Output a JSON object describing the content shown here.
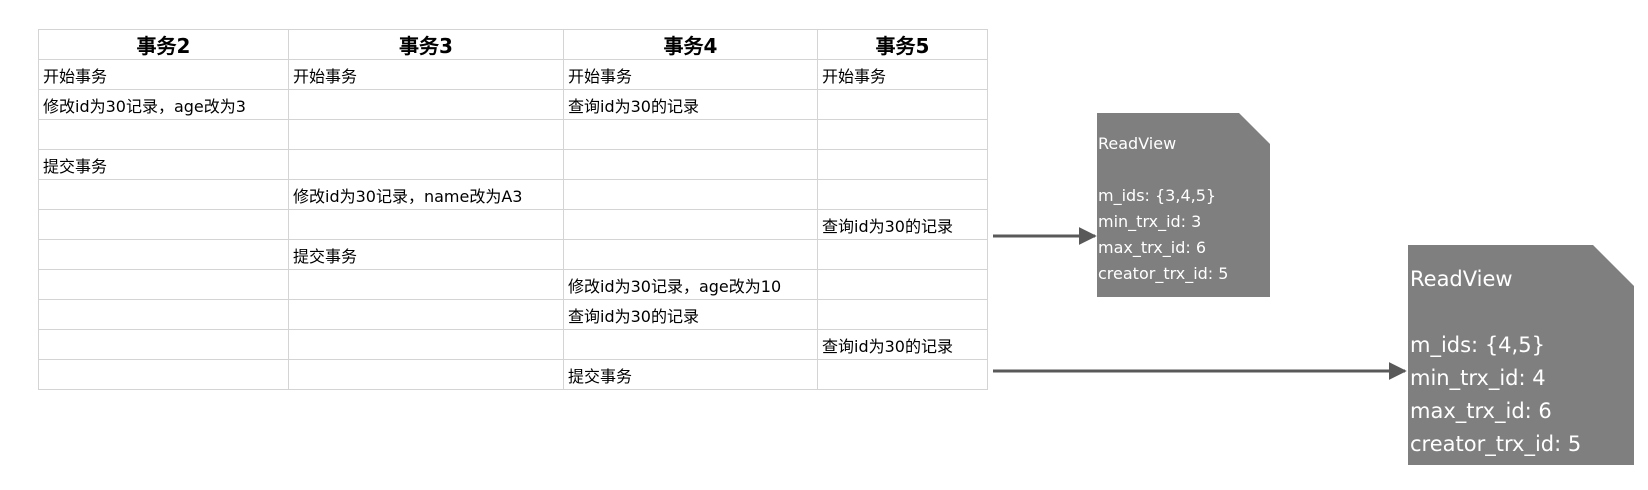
{
  "table": {
    "headers": [
      "事务2",
      "事务3",
      "事务4",
      "事务5"
    ],
    "rows": [
      [
        "开始事务",
        "开始事务",
        "开始事务",
        "开始事务"
      ],
      [
        "修改id为30记录，age改为3",
        "",
        "查询id为30的记录",
        ""
      ],
      [
        "",
        "",
        "",
        ""
      ],
      [
        "提交事务",
        "",
        "",
        ""
      ],
      [
        "",
        "修改id为30记录，name改为A3",
        "",
        ""
      ],
      [
        "",
        "",
        "",
        "查询id为30的记录"
      ],
      [
        "",
        "提交事务",
        "",
        ""
      ],
      [
        "",
        "",
        "修改id为30记录，age改为10",
        ""
      ],
      [
        "",
        "",
        "查询id为30的记录",
        ""
      ],
      [
        "",
        "",
        "",
        "查询id为30的记录"
      ],
      [
        "",
        "",
        "提交事务",
        ""
      ]
    ]
  },
  "readviews": [
    {
      "title": "ReadView",
      "m_ids": "m_ids: {3,4,5}",
      "min_trx_id": "min_trx_id: 3",
      "max_trx_id": "max_trx_id: 6",
      "creator_trx_id": "creator_trx_id: 5"
    },
    {
      "title": "ReadView",
      "m_ids": "m_ids: {4,5}",
      "min_trx_id": "min_trx_id: 4",
      "max_trx_id": "max_trx_id: 6",
      "creator_trx_id": "creator_trx_id: 5"
    }
  ],
  "colors": {
    "note_fill": "#7f7f7f",
    "arrow": "#595959",
    "grid": "#d4d4d4"
  }
}
